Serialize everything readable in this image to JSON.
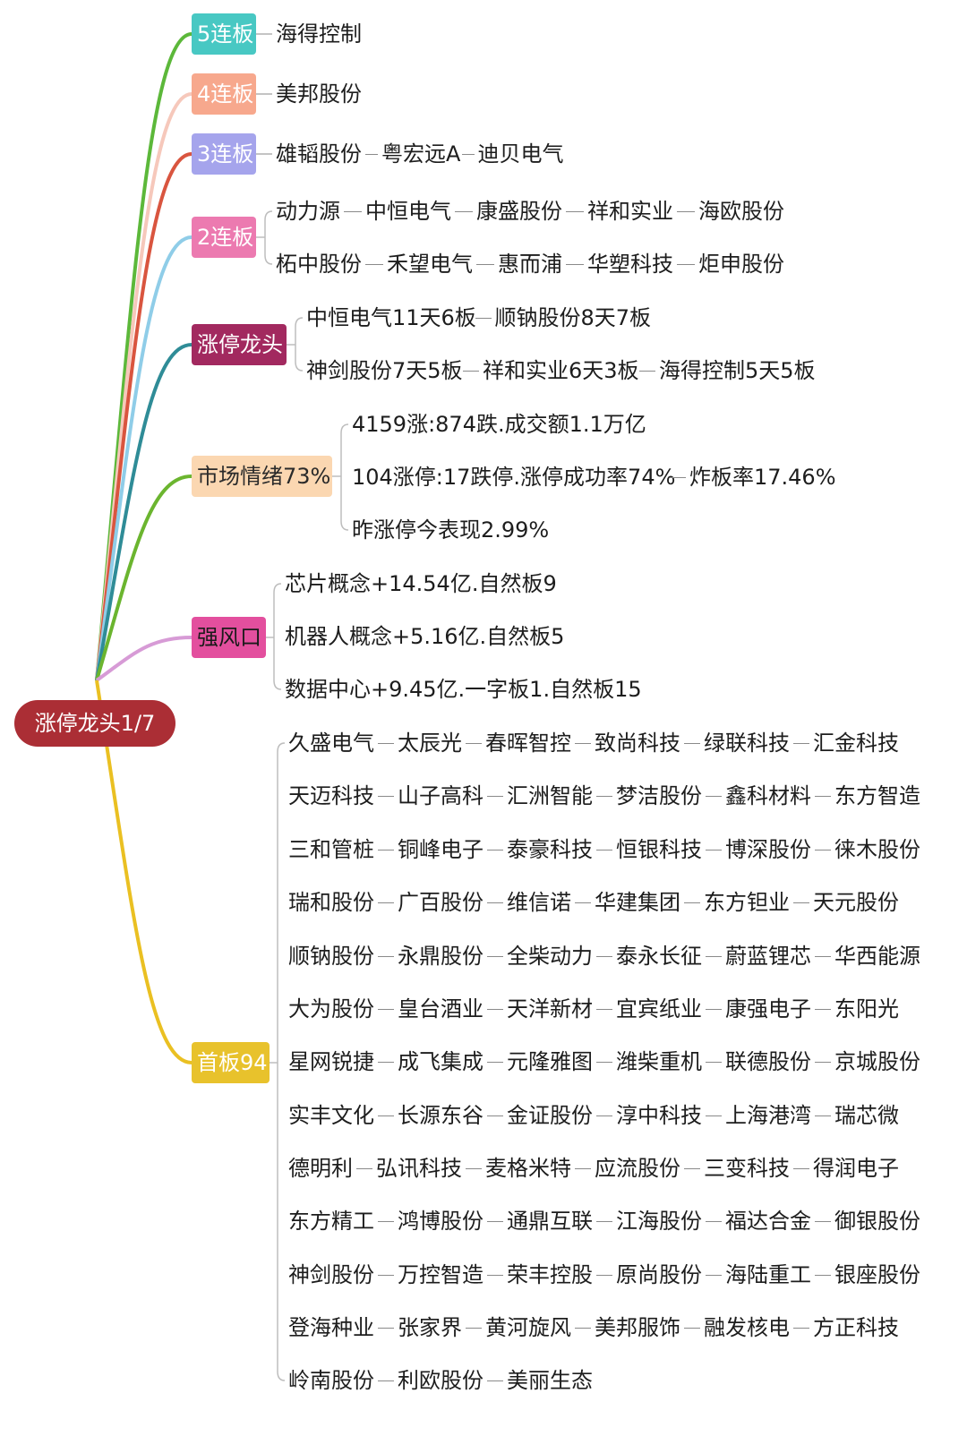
{
  "root": {
    "label": "涨停龙头1/7",
    "color": "#ab2e35"
  },
  "categories": [
    {
      "id": "c5",
      "label": "5连板",
      "bg": "#48c8c3",
      "text_color": "#ffffff",
      "line": "#5cb83a"
    },
    {
      "id": "c4",
      "label": "4连板",
      "bg": "#f7a88d",
      "text_color": "#ffffff",
      "line": "#f6c8bb"
    },
    {
      "id": "c3",
      "label": "3连板",
      "bg": "#a5a4ec",
      "text_color": "#ffffff",
      "line": "#d9553f"
    },
    {
      "id": "c2",
      "label": "2连板",
      "bg": "#ec7ab0",
      "text_color": "#ffffff",
      "line": "#8fcde8"
    },
    {
      "id": "czt",
      "label": "涨停龙头",
      "bg": "#a2295f",
      "text_color": "#ffffff",
      "line": "#2f8c97"
    },
    {
      "id": "csc",
      "label": "市场情绪73%",
      "bg": "#fbd7b1",
      "text_color": "#2a2a2a",
      "line": "#6bb52f"
    },
    {
      "id": "cqf",
      "label": "强风口",
      "bg": "#e34f9e",
      "text_color": "#1a1a1a",
      "line": "#d79bd6"
    },
    {
      "id": "csb",
      "label": "首板94",
      "bg": "#e8c22c",
      "text_color": "#ffffff",
      "line": "#eac022"
    }
  ],
  "rows": {
    "c5": [
      [
        "海得控制"
      ]
    ],
    "c4": [
      [
        "美邦股份"
      ]
    ],
    "c3": [
      [
        "雄韬股份",
        "粤宏远A",
        "迪贝电气"
      ]
    ],
    "c2": [
      [
        "动力源",
        "中恒电气",
        "康盛股份",
        "祥和实业",
        "海欧股份"
      ],
      [
        "柘中股份",
        "禾望电气",
        "惠而浦",
        "华塑科技",
        "炬申股份"
      ]
    ],
    "czt": [
      [
        "中恒电气11天6板",
        "顺钠股份8天7板"
      ],
      [
        "神剑股份7天5板",
        "祥和实业6天3板",
        "海得控制5天5板"
      ]
    ],
    "csc": [
      [
        "4159涨:874跌.成交额1.1万亿"
      ],
      [
        "104涨停:17跌停.涨停成功率74%",
        "炸板率17.46%"
      ],
      [
        "昨涨停今表现2.99%"
      ]
    ],
    "cqf": [
      [
        "芯片概念+14.54亿.自然板9"
      ],
      [
        "机器人概念+5.16亿.自然板5"
      ],
      [
        "数据中心+9.45亿.一字板1.自然板15"
      ]
    ],
    "csb": [
      [
        "久盛电气",
        "太辰光",
        "春晖智控",
        "致尚科技",
        "绿联科技",
        "汇金科技"
      ],
      [
        "天迈科技",
        "山子高科",
        "汇洲智能",
        "梦洁股份",
        "鑫科材料",
        "东方智造"
      ],
      [
        "三和管桩",
        "铜峰电子",
        "泰豪科技",
        "恒银科技",
        "博深股份",
        "徕木股份"
      ],
      [
        "瑞和股份",
        "广百股份",
        "维信诺",
        "华建集团",
        "东方钽业",
        "天元股份"
      ],
      [
        "顺钠股份",
        "永鼎股份",
        "全柴动力",
        "泰永长征",
        "蔚蓝锂芯",
        "华西能源"
      ],
      [
        "大为股份",
        "皇台酒业",
        "天洋新材",
        "宜宾纸业",
        "康强电子",
        "东阳光"
      ],
      [
        "星网锐捷",
        "成飞集成",
        "元隆雅图",
        "潍柴重机",
        "联德股份",
        "京城股份"
      ],
      [
        "实丰文化",
        "长源东谷",
        "金证股份",
        "淳中科技",
        "上海港湾",
        "瑞芯微"
      ],
      [
        "德明利",
        "弘讯科技",
        "麦格米特",
        "应流股份",
        "三变科技",
        "得润电子"
      ],
      [
        "东方精工",
        "鸿博股份",
        "通鼎互联",
        "江海股份",
        "福达合金",
        "御银股份"
      ],
      [
        "神剑股份",
        "万控智造",
        "荣丰控股",
        "原尚股份",
        "海陆重工",
        "银座股份"
      ],
      [
        "登海种业",
        "张家界",
        "黄河旋风",
        "美邦服饰",
        "融发核电",
        "方正科技"
      ],
      [
        "岭南股份",
        "利欧股份",
        "美丽生态"
      ]
    ]
  }
}
